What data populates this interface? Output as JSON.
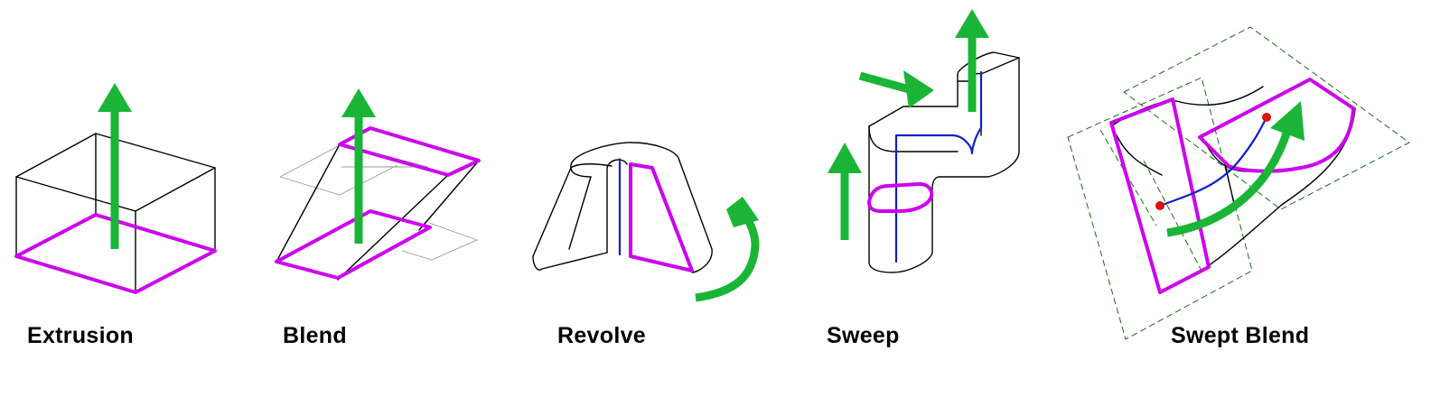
{
  "labels": {
    "extrusion": "Extrusion",
    "blend": "Blend",
    "revolve": "Revolve",
    "sweep": "Sweep",
    "swept_blend": "Swept Blend"
  },
  "colors": {
    "edge": "#000000",
    "profile": "#cc00ee",
    "arrow": "#1ab536",
    "path": "#1020c8",
    "reference": "#9a9a9a",
    "point": "#e01010",
    "guide": "#1a6a1a"
  }
}
